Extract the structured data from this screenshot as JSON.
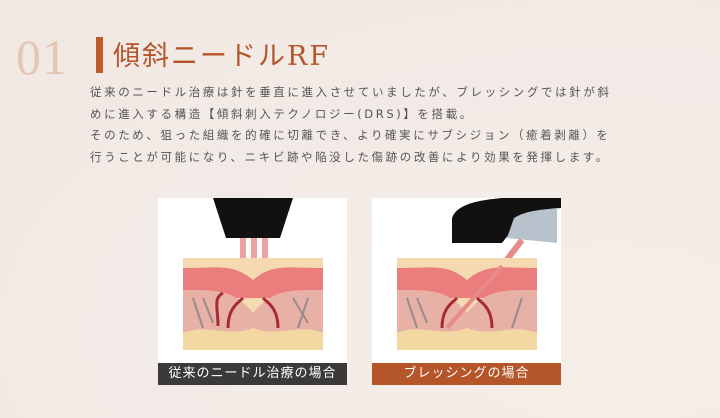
{
  "section": {
    "number": "01",
    "title": "傾斜ニードルRF"
  },
  "description": [
    "従来のニードル治療は針を垂直に進入させていましたが、ブレッシングでは針が斜",
    "めに進入する構造【傾斜刺入テクノロジー(DRS)】を搭載。",
    "そのため、狙った組織を的確に切離でき、より確実にサブシジョン（癒着剥離）を",
    "行うことが可能になり、ニキビ跡や陥没した傷跡の改善により効果を発揮します。"
  ],
  "panels": [
    {
      "caption": "従来のニードル治療の場合",
      "caption_color": "#3b3a39"
    },
    {
      "caption": "ブレッシングの場合",
      "caption_color": "#b5552a"
    }
  ],
  "colors": {
    "accent": "#b5552a",
    "number": "#e5c6b4"
  }
}
